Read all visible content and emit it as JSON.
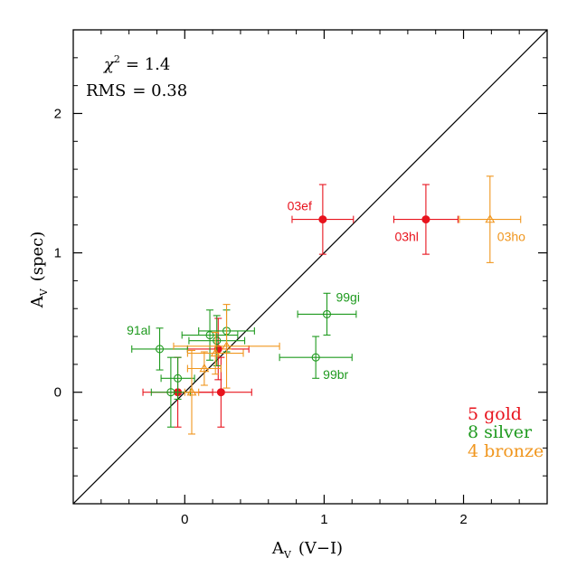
{
  "chart_data": {
    "type": "scatter",
    "xlabel": "A",
    "xlabel_sub": "V",
    "xlabel_suffix": "(V−I)",
    "ylabel": "A",
    "ylabel_sub": "V",
    "ylabel_suffix": "(spec)",
    "xlim": [
      -0.8,
      2.6
    ],
    "ylim": [
      -0.8,
      2.6
    ],
    "x_ticks": [
      0,
      1,
      2
    ],
    "y_ticks": [
      0,
      1,
      2
    ],
    "x_ticklabels": [
      "0",
      "1",
      "2"
    ],
    "y_ticklabels": [
      "0",
      "1",
      "2"
    ],
    "reference_line": "y = x",
    "stats": {
      "chi2_symbol": "χ",
      "chi2_power": "2",
      "chi2_value": "= 1.4",
      "rms_label": "RMS",
      "rms_value": "= 0.38"
    },
    "legend_position": "bottom-right",
    "colors": {
      "gold": "#e8141e",
      "silver": "#1f9a1f",
      "bronze": "#f0961e",
      "line": "#000000"
    },
    "legend": [
      {
        "label": "5 gold",
        "group": "gold"
      },
      {
        "label": "8 silver",
        "group": "silver"
      },
      {
        "label": "4 bronze",
        "group": "bronze"
      }
    ],
    "series": [
      {
        "group": "gold",
        "marker": "filled-circle",
        "points": [
          {
            "x": 0.99,
            "y": 1.24,
            "xerr": 0.22,
            "yerr": 0.25,
            "label": "03ef",
            "label_side": "left"
          },
          {
            "x": 1.73,
            "y": 1.24,
            "xerr": 0.23,
            "yerr": 0.25,
            "label": "03hl",
            "label_side": "below-left"
          },
          {
            "x": 0.24,
            "y": 0.31,
            "xerr": 0.22,
            "yerr": 0.22,
            "label": ""
          },
          {
            "x": -0.05,
            "y": 0.0,
            "xerr": 0.25,
            "yerr": 0.25,
            "label": ""
          },
          {
            "x": 0.26,
            "y": 0.0,
            "xerr": 0.22,
            "yerr": 0.25,
            "label": ""
          }
        ]
      },
      {
        "group": "silver",
        "marker": "open-circle",
        "points": [
          {
            "x": 1.02,
            "y": 0.56,
            "xerr": 0.21,
            "yerr": 0.15,
            "label": "99gi",
            "label_side": "above-right"
          },
          {
            "x": 0.94,
            "y": 0.25,
            "xerr": 0.26,
            "yerr": 0.15,
            "label": "99br",
            "label_side": "below-right"
          },
          {
            "x": -0.18,
            "y": 0.31,
            "xerr": 0.2,
            "yerr": 0.15,
            "label": "91al",
            "label_side": "above-left"
          },
          {
            "x": 0.18,
            "y": 0.41,
            "xerr": 0.2,
            "yerr": 0.18,
            "label": ""
          },
          {
            "x": 0.3,
            "y": 0.44,
            "xerr": 0.2,
            "yerr": 0.15,
            "label": ""
          },
          {
            "x": 0.23,
            "y": 0.37,
            "xerr": 0.2,
            "yerr": 0.18,
            "label": ""
          },
          {
            "x": -0.05,
            "y": 0.1,
            "xerr": 0.12,
            "yerr": 0.15,
            "label": ""
          },
          {
            "x": -0.1,
            "y": 0.0,
            "xerr": 0.14,
            "yerr": 0.25,
            "label": ""
          }
        ]
      },
      {
        "group": "bronze",
        "marker": "open-triangle",
        "points": [
          {
            "x": 2.19,
            "y": 1.24,
            "xerr": 0.22,
            "yerr": 0.31,
            "label": "03ho",
            "label_side": "below-right"
          },
          {
            "x": 0.3,
            "y": 0.33,
            "xerr": 0.38,
            "yerr": 0.3,
            "label": ""
          },
          {
            "x": 0.05,
            "y": 0.0,
            "xerr": 0.05,
            "yerr": 0.3,
            "label": ""
          },
          {
            "x": 0.14,
            "y": 0.17,
            "xerr": 0.12,
            "yerr": 0.12,
            "label": ""
          },
          {
            "x": 0.22,
            "y": 0.28,
            "xerr": 0.2,
            "yerr": 0.15,
            "label": ""
          }
        ]
      }
    ]
  }
}
